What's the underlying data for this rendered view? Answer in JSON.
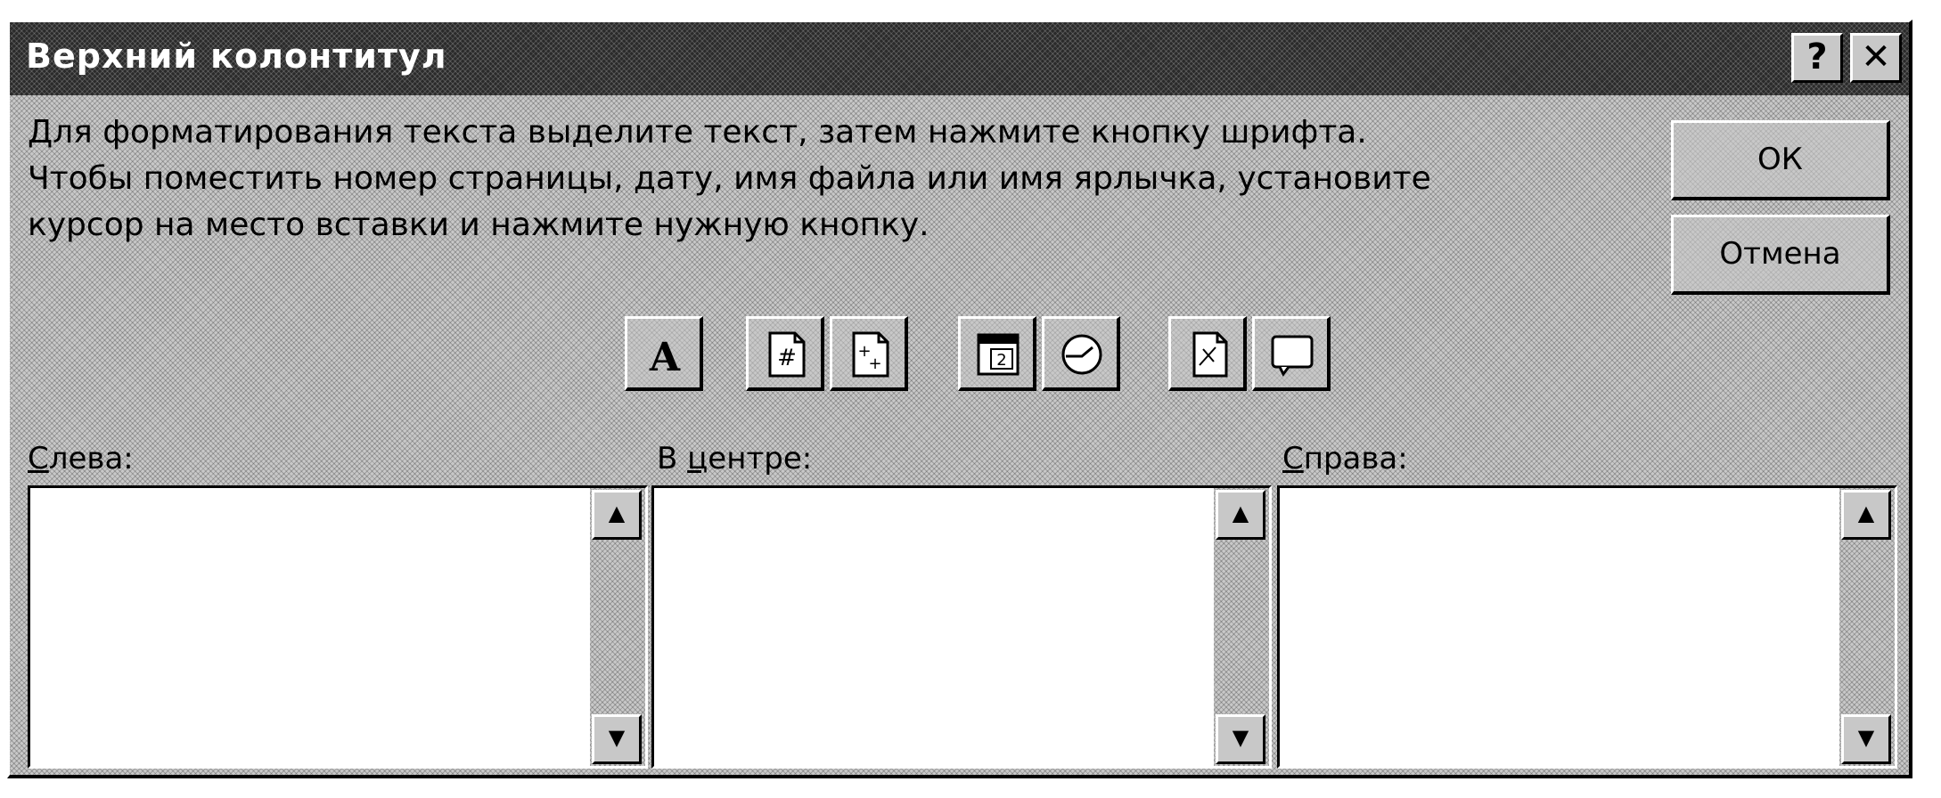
{
  "window": {
    "title": "Верхний колонтитул",
    "help_glyph": "?",
    "close_glyph": "✕"
  },
  "instructions": {
    "line1": "Для форматирования текста выделите текст, затем нажмите кнопку шрифта.",
    "line2": "Чтобы поместить номер страницы, дату, имя файла или имя ярлычка, установите",
    "line3": "курсор на место вставки и нажмите нужную кнопку."
  },
  "buttons": {
    "ok": "ОК",
    "cancel": "Отмена"
  },
  "toolbar": {
    "items": [
      {
        "icon": "font-icon"
      },
      {
        "icon": "page-number-icon"
      },
      {
        "icon": "total-pages-icon"
      },
      {
        "icon": "date-icon"
      },
      {
        "icon": "time-icon"
      },
      {
        "icon": "filename-icon"
      },
      {
        "icon": "sheet-name-icon"
      }
    ]
  },
  "sections": {
    "left": {
      "label_mnemonic": "С",
      "label_rest": "лева:",
      "value": ""
    },
    "center": {
      "label_before": "В ",
      "label_mnemonic": "ц",
      "label_rest": "ентре:",
      "value": ""
    },
    "right": {
      "label_mnemonic": "С",
      "label_rest": "права:",
      "value": ""
    }
  },
  "scroll": {
    "up_glyph": "▲",
    "down_glyph": "▼"
  }
}
